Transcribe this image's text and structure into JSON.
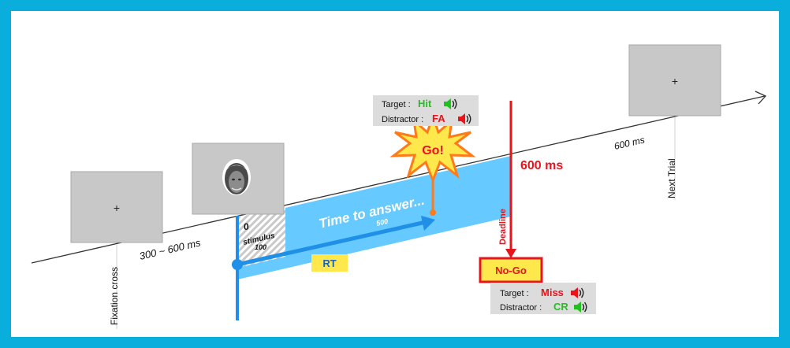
{
  "screens": {
    "fixation_symbol": "+",
    "next_symbol": "+"
  },
  "labels": {
    "fixation_cross": "Fixation cross",
    "isi_range": "300 ~ 600 ms",
    "stim_onset": "0",
    "stimulus": "stimulus",
    "stimulus_duration": "100",
    "time_to_answer": "Time to answer...",
    "answer_window": "500",
    "rt": "RT",
    "go": "Go!",
    "deadline": "Deadline",
    "deadline_time": "600 ms",
    "no_go": "No-Go",
    "iti": "600 ms",
    "next_trial": "Next Trial"
  },
  "go_outcomes": {
    "target_label": "Target :",
    "target_value": "Hit",
    "distractor_label": "Distractor :",
    "distractor_value": "FA"
  },
  "nogo_outcomes": {
    "target_label": "Target :",
    "target_value": "Miss",
    "distractor_label": "Distractor :",
    "distractor_value": "CR"
  },
  "colors": {
    "frame": "#0aaedc",
    "answer_band": "#66c9ff",
    "time_line": "#1f8fe8",
    "go_line": "#ff7b1a",
    "deadline": "#e8141c",
    "positive": "#22c01f",
    "negative": "#e8141c",
    "label_box": "#ffe84c",
    "rt_text": "#1565c0",
    "screen_gray": "#c8c8c8",
    "outcome_box": "#dcdcdc"
  },
  "icons": [
    "speaker-icon"
  ]
}
